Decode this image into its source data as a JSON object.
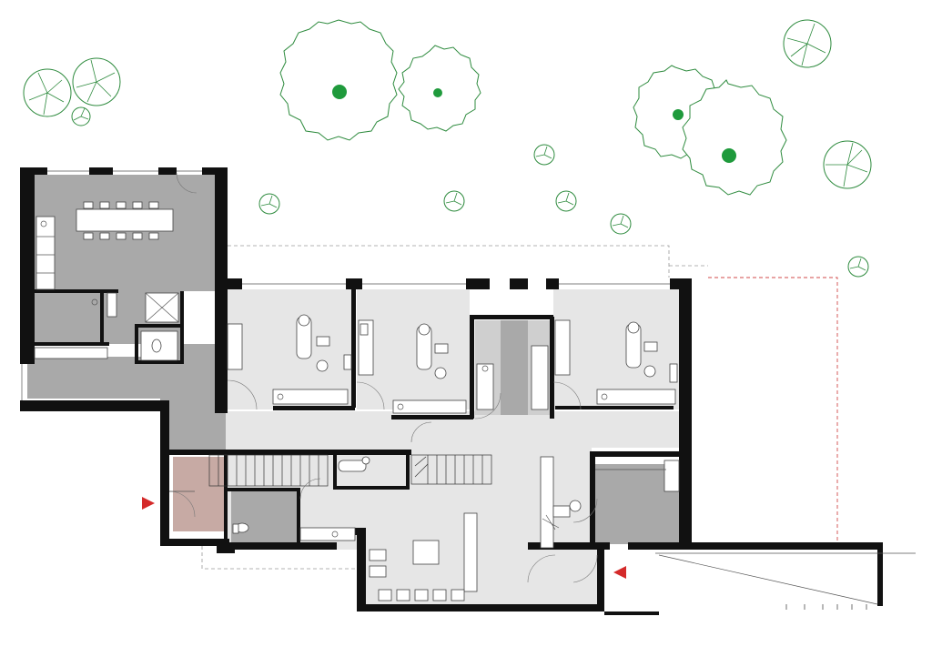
{
  "plan": {
    "colors": {
      "wall": "#111111",
      "floor_private": "#a9a9a9",
      "floor_public": "#e6e6e6",
      "entrance_floor": "#c7aaa4",
      "trees": "#2e8b3e",
      "entrance_markers": "#d42a2a",
      "boundary_dashed": "#d04a4a"
    },
    "icons": [
      "tree-icon",
      "shrub-icon",
      "entrance-arrow-icon",
      "dental-chair-icon",
      "toilet-icon",
      "sink-icon"
    ],
    "entrances": 2,
    "treatment_rooms": 3,
    "dining_table_seats": 10,
    "waiting_chairs": 5
  }
}
